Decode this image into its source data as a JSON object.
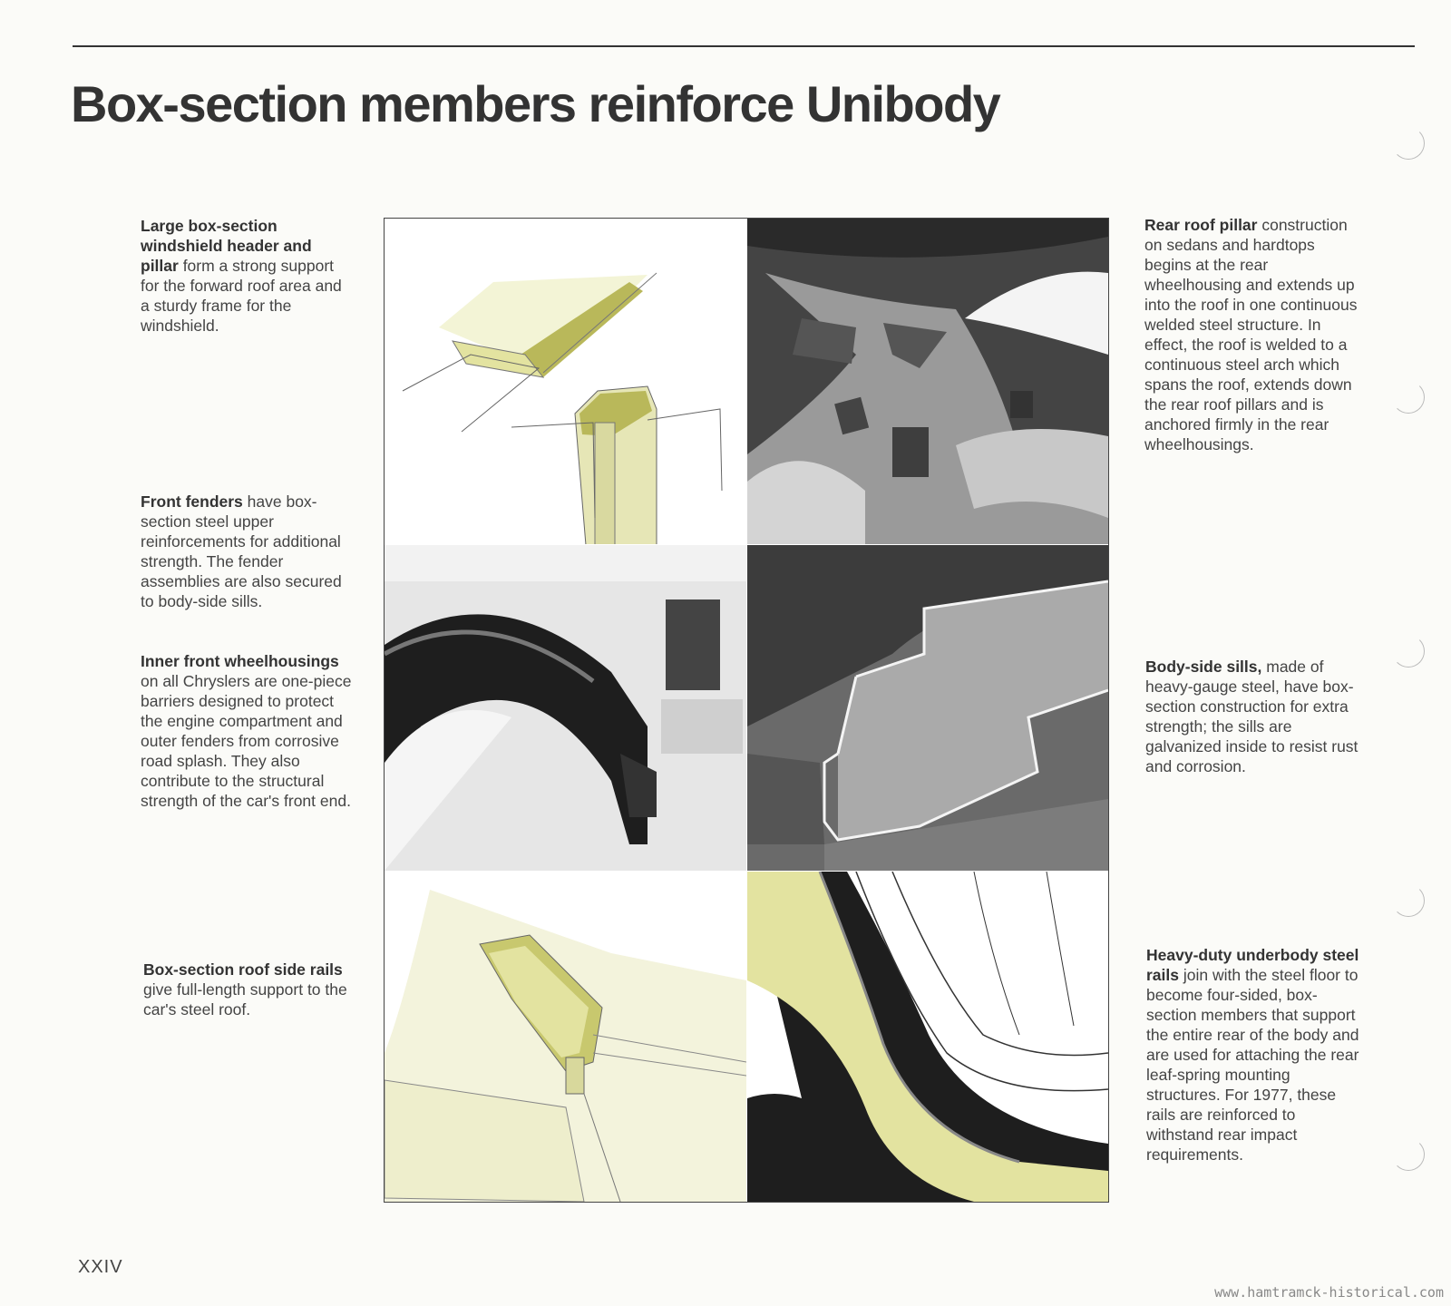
{
  "page": {
    "title": "Box-section members reinforce Unibody",
    "page_number": "XXIV",
    "watermark": "www.hamtramck-historical.com"
  },
  "captions": {
    "windshield": {
      "bold": "Large box-section windshield header and pillar",
      "text": " form a strong support for the forward roof area and a sturdy frame for the windshield."
    },
    "fenders": {
      "bold": "Front fenders",
      "text": " have box-section steel upper reinforcements for additional strength. The fender assemblies are also secured to body-side sills."
    },
    "wheelhousings": {
      "bold": "Inner front wheelhousings",
      "text": " on all Chryslers are one-piece barriers designed to protect the engine compartment and outer fenders from corrosive road splash. They also contribute to the structural strength of the car's front end."
    },
    "roof_rails": {
      "bold": "Box-section roof side rails",
      "text": " give full-length support to the car's steel roof."
    },
    "rear_pillar": {
      "bold": "Rear roof pillar",
      "text": " construction on sedans and hardtops begins at the rear wheelhousing and extends up into the roof in one continuous welded steel structure. In effect, the roof is welded to a continuous steel arch which spans the roof, extends down the rear roof pillars and is anchored firmly in the rear wheelhousings."
    },
    "sills": {
      "bold": "Body-side sills,",
      "text": " made of heavy-gauge steel, have box-section construction for extra strength; the sills are galvanized inside to resist rust and corrosion."
    },
    "underbody": {
      "bold": "Heavy-duty underbody steel rails",
      "text": " join with the steel floor to become four-sided, box-section members that support the entire rear of the body and are used for attaching the rear leaf-spring mounting structures. For 1977, these rails are reinforced to withstand rear impact requirements."
    }
  },
  "colors": {
    "highlight": "#e3e3a0",
    "highlight_dark": "#b9b85a",
    "photo_dark": "#2b2b2b"
  }
}
